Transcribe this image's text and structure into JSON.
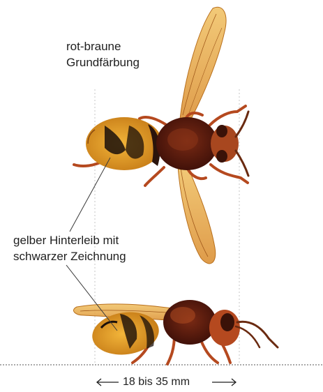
{
  "labels": {
    "coloration": [
      "rot-braune",
      "Grundfärbung"
    ],
    "abdomen": [
      "gelber Hinterleib mit",
      "schwarzer Zeichnung"
    ],
    "size": "18 bis 35 mm"
  },
  "colors": {
    "wing": "#e0a23a",
    "thorax": "#5c1a0f",
    "abdomen_yellow": "#e8a524",
    "abdomen_black": "#1a0f0a",
    "leg": "#b5491f",
    "guide_line": "#c4c4c4",
    "ground_line": "#8e8e8e",
    "text": "#1f1f1f"
  }
}
